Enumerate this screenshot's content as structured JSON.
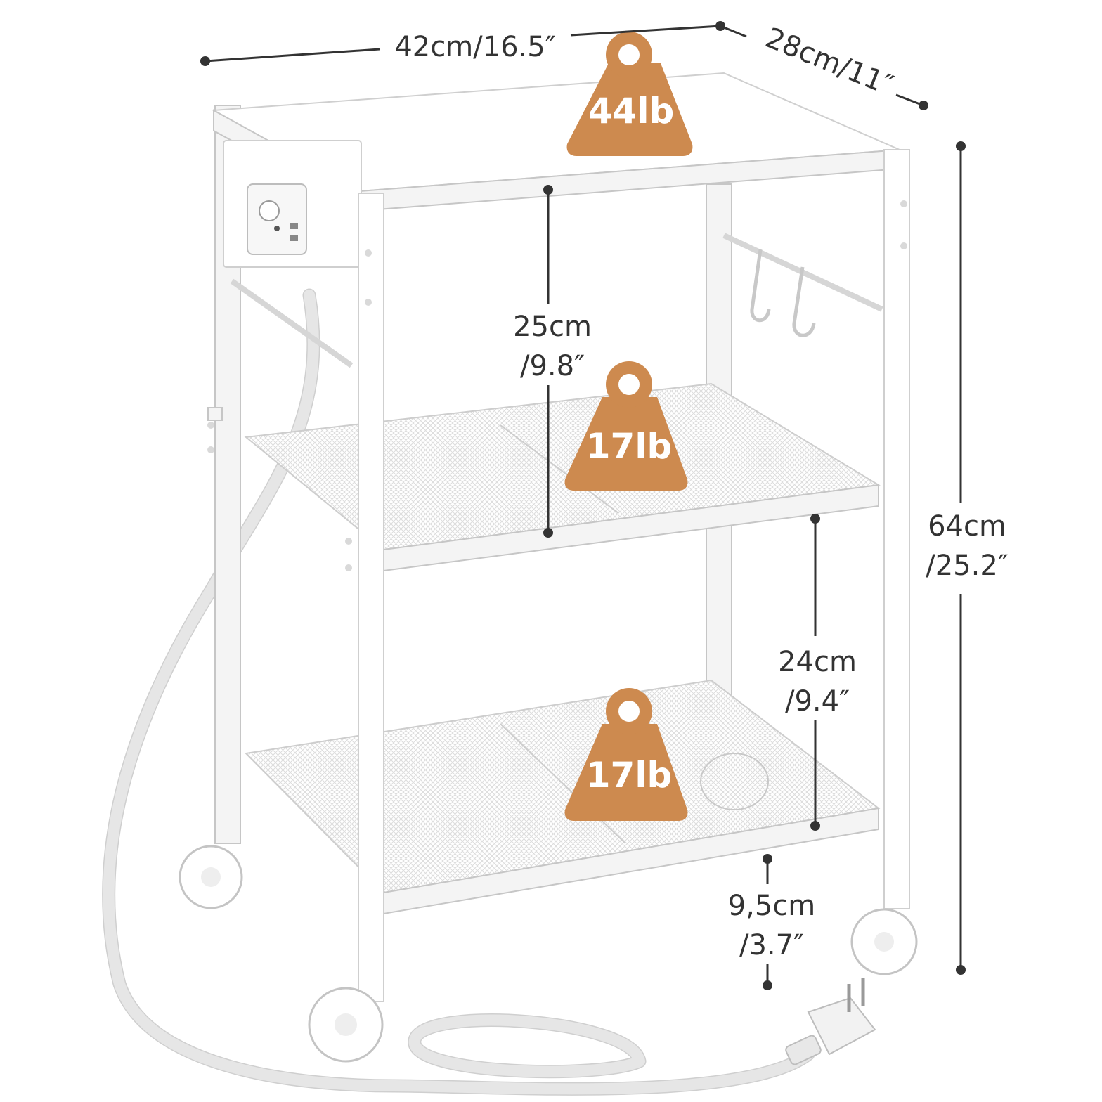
{
  "dimensions": {
    "width": "42cm/16.5″",
    "depth": "28cm/11″",
    "height_cm": "64cm",
    "height_in": "/25.2″",
    "shelf1_cm": "25cm",
    "shelf1_in": "/9.8″",
    "shelf2_cm": "24cm",
    "shelf2_in": "/9.4″",
    "clearance_cm": "9,5cm",
    "clearance_in": "/3.7″"
  },
  "loads": {
    "top": "44lb",
    "middle": "17lb",
    "bottom": "17lb"
  },
  "colors": {
    "weight_badge": "#cd8a4f",
    "dimension_lines": "#333333",
    "cart": "#ffffff"
  },
  "icons": [
    "weight-icon",
    "power-outlet-icon",
    "usb-port-icon",
    "plug-icon",
    "wheel-icon",
    "hook-icon"
  ]
}
